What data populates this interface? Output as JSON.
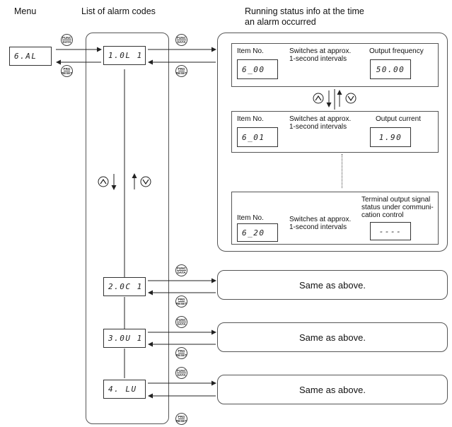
{
  "headers": {
    "menu": "Menu",
    "list": "List of alarm codes",
    "running_line1": "Running status info at the time",
    "running_line2": "an alarm occurred"
  },
  "menu_display": "6.AL",
  "keys": {
    "func_top": "FUNC",
    "func_bottom": "DATA",
    "prg_top": "PRG",
    "prg_bottom": "RESET"
  },
  "alarm_codes": [
    "1.0L 1",
    "2.0C 1",
    "3.0U 1",
    "4. LU"
  ],
  "status_items": [
    {
      "item_label": "Item No.",
      "switch_label_1": "Switches at approx.",
      "switch_label_2": "1-second intervals",
      "item_display": "6_00",
      "value_label": "Output frequency",
      "value_display": "50.00"
    },
    {
      "item_label": "Item No.",
      "switch_label_1": "Switches at approx.",
      "switch_label_2": "1-second intervals",
      "item_display": "6_01",
      "value_label": "Output current",
      "value_display": "1.90"
    },
    {
      "item_label": "Item No.",
      "switch_label_1": "Switches at approx.",
      "switch_label_2": "1-second intervals",
      "item_display": "6_20",
      "value_label_1": "Terminal output signal",
      "value_label_2": "status under communi-",
      "value_label_3": "cation control",
      "value_display": "----"
    }
  ],
  "same_as_above": "Same as above."
}
